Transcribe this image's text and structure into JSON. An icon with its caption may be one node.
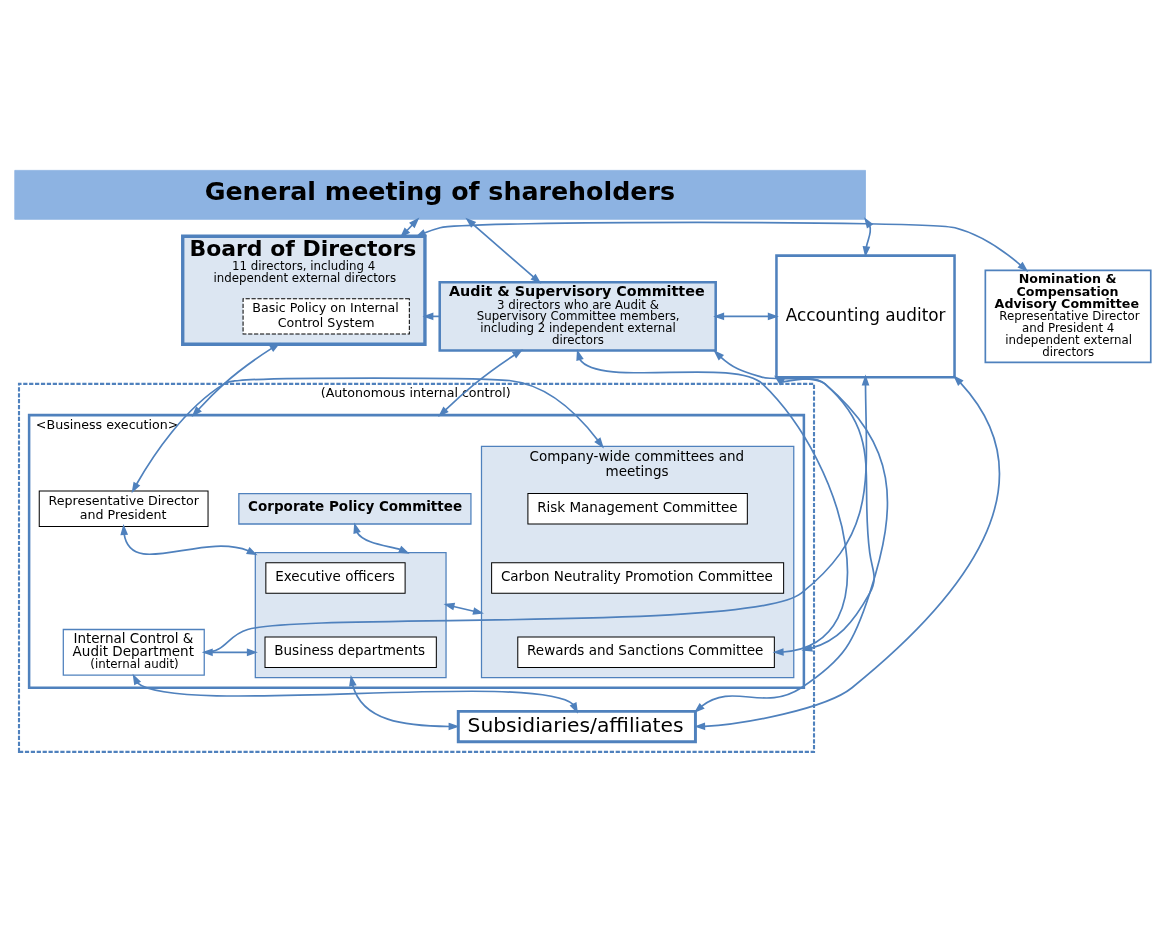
{
  "diagram": {
    "nodes": [
      {
        "text": [
          "General meeting of shareholders"
        ]
      },
      {
        "text": [
          "Nomination & Compensation Advisory Committee",
          "Representative Director and President 4 independent external directors"
        ]
      },
      {
        "text": [
          "Board of Directors",
          "11 directors, including 4 independent external directors"
        ]
      },
      {
        "text": [
          "Basic Policy on Internal Control System"
        ],
        "in": 2
      },
      {
        "text": [
          "Audit & Supervisory Committee",
          "3 directors who are Audit & Supervisory Committee members, including 2 independent external directors"
        ]
      },
      {
        "text": [
          "Accounting auditor"
        ]
      },
      {
        "text": [
          "(Autonomous internal control)"
        ]
      },
      {
        "text": [
          "<Business execution>"
        ],
        "in": 6
      },
      {
        "text": [
          "Representative Director and President"
        ],
        "in": 7
      },
      {
        "text": [
          "Corporate Policy Committee"
        ],
        "in": 7
      },
      {
        "text": [
          "Company-wide committees and meetings"
        ],
        "in": 7
      },
      {
        "text": [
          "Risk Management Committee"
        ],
        "in": 10
      },
      {
        "text": [
          "Carbon Neutrality Promotion Committee"
        ],
        "in": 10
      },
      {
        "text": [
          "Rewards and Sanctions Committee"
        ],
        "in": 10
      },
      {
        "text": [],
        "shape": "box",
        "in": 7
      },
      {
        "text": [
          "Executive officers"
        ],
        "in": 14
      },
      {
        "text": [
          "Business departments"
        ],
        "in": 14
      },
      {
        "text": [
          "Internal Control & Audit Department",
          "(internal audit)"
        ],
        "in": 7
      },
      {
        "text": [
          "Subsidiaries/affiliates"
        ],
        "in": 6
      }
    ],
    "edges": [
      {
        "from": 0,
        "to": 2,
        "arrow": "both"
      },
      {
        "from": 0,
        "to": 4,
        "arrow": "both"
      },
      {
        "from": 0,
        "to": 5,
        "arrow": "both"
      },
      {
        "from": 4,
        "to": 2,
        "arrow": "to"
      },
      {
        "from": 1,
        "to": 2,
        "arrow": "both"
      },
      {
        "from": 4,
        "to": 5,
        "arrow": "both"
      },
      {
        "from": 2,
        "to": 7,
        "arrow": "both"
      },
      {
        "from": 4,
        "to": 7,
        "arrow": "both"
      },
      {
        "from": 4,
        "to": 13,
        "arrow": "both"
      },
      {
        "from": 4,
        "to": 18,
        "arrow": "both"
      },
      {
        "from": 8,
        "to": 10,
        "arrow": "both"
      },
      {
        "from": 8,
        "to": 14,
        "arrow": "both"
      },
      {
        "from": 9,
        "to": 14,
        "arrow": "both"
      },
      {
        "from": 14,
        "to": 10,
        "arrow": "both"
      },
      {
        "from": 14,
        "to": 17,
        "arrow": "both"
      },
      {
        "from": 7,
        "to": 5,
        "arrow": "both"
      },
      {
        "from": 17,
        "to": 5,
        "arrow": "to"
      },
      {
        "from": 14,
        "to": 18,
        "arrow": "both"
      },
      {
        "from": 17,
        "to": 18,
        "arrow": "both"
      },
      {
        "from": 5,
        "to": 18,
        "arrow": "both"
      }
    ]
  }
}
